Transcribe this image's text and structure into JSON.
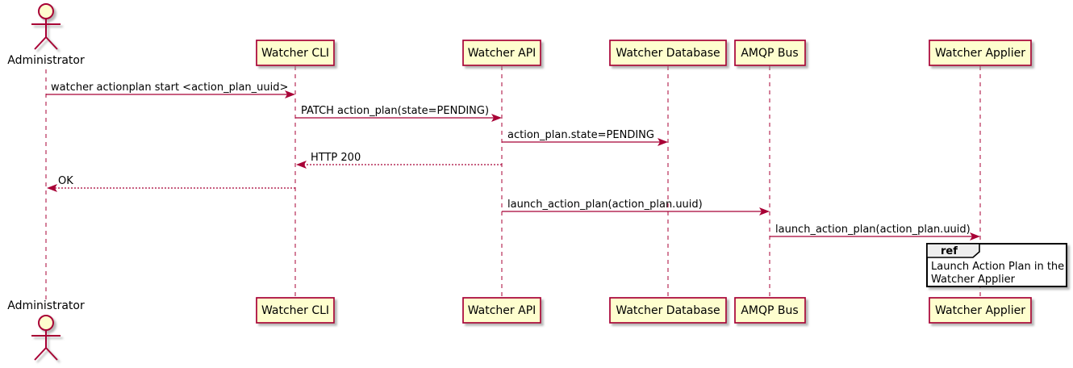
{
  "diagram_type": "sequence",
  "actor": {
    "label": "Administrator"
  },
  "participants": [
    {
      "label": "Watcher CLI"
    },
    {
      "label": "Watcher API"
    },
    {
      "label": "Watcher Database"
    },
    {
      "label": "AMQP Bus"
    },
    {
      "label": "Watcher Applier"
    }
  ],
  "messages": [
    {
      "from": "Administrator",
      "to": "Watcher CLI",
      "text": "watcher actionplan start <action_plan_uuid>",
      "style": "solid"
    },
    {
      "from": "Watcher CLI",
      "to": "Watcher API",
      "text": "PATCH action_plan(state=PENDING)",
      "style": "solid"
    },
    {
      "from": "Watcher API",
      "to": "Watcher Database",
      "text": "action_plan.state=PENDING",
      "style": "solid"
    },
    {
      "from": "Watcher API",
      "to": "Watcher CLI",
      "text": "HTTP 200",
      "style": "dashed"
    },
    {
      "from": "Watcher CLI",
      "to": "Administrator",
      "text": "OK",
      "style": "dashed"
    },
    {
      "from": "Watcher API",
      "to": "AMQP Bus",
      "text": "launch_action_plan(action_plan.uuid)",
      "style": "solid"
    },
    {
      "from": "AMQP Bus",
      "to": "Watcher Applier",
      "text": "launch_action_plan(action_plan.uuid)",
      "style": "solid"
    }
  ],
  "ref": {
    "keyword": "ref",
    "lines": [
      "Launch Action Plan in the",
      "Watcher Applier"
    ]
  },
  "colors": {
    "border": "#A80036",
    "participant_fill": "#FEFECE",
    "lifeline": "#A80036",
    "arrow": "#A80036",
    "text": "#000000",
    "ref_border": "#000000",
    "ref_tab_fill": "#EEEEEE",
    "background": "#FFFFFF"
  }
}
